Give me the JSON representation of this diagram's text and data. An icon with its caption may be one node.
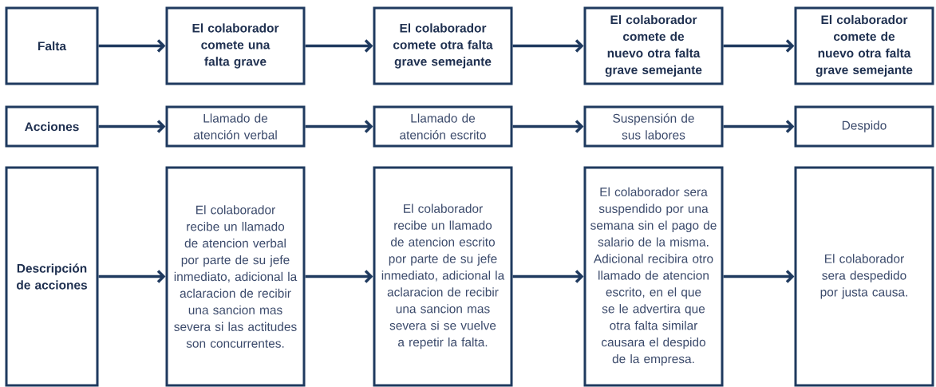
{
  "diagram": {
    "nodes": [
      {
        "text": [
          "Falta"
        ]
      },
      {
        "text": [
          "El colaborador comete una falta grave"
        ]
      },
      {
        "text": [
          "El colaborador comete otra falta grave semejante"
        ]
      },
      {
        "text": [
          "El colaborador comete de nuevo otra falta grave semejante"
        ]
      },
      {
        "text": [
          "El colaborador comete de nuevo otra falta grave semejante"
        ]
      },
      {
        "text": [
          "Acciones"
        ]
      },
      {
        "text": [
          "Llamado de atención verbal"
        ]
      },
      {
        "text": [
          "Llamado de atención escrito"
        ]
      },
      {
        "text": [
          "Suspensión de sus labores"
        ]
      },
      {
        "text": [
          "Despido"
        ]
      },
      {
        "text": [
          "Descripción de acciones"
        ]
      },
      {
        "text": [
          "El colaborador recibe un llamado de atencion verbal por parte de su jefe inmediato, adicional la aclaracion de recibir una sancion mas severa si las actitudes son concurrentes."
        ]
      },
      {
        "text": [
          "El colaborador recibe un llamado de atencion escrito por parte de su jefe inmediato, adicional la aclaracion de recibir una sancion mas severa si se vuelve a repetir la falta."
        ]
      },
      {
        "text": [
          "El colaborador sera suspendido por una semana sin el pago de salario de la misma. Adicional recibira otro llamado de atencion escrito, en el que se le advertira que otra falta similar causara el despido de la empresa."
        ]
      },
      {
        "text": [
          "El colaborador sera despedido por justa causa."
        ]
      }
    ],
    "edges": [
      {
        "from": 0,
        "to": 1,
        "arrow": "to"
      },
      {
        "from": 1,
        "to": 2,
        "arrow": "to"
      },
      {
        "from": 2,
        "to": 3,
        "arrow": "to"
      },
      {
        "from": 3,
        "to": 4,
        "arrow": "to"
      },
      {
        "from": 5,
        "to": 6,
        "arrow": "to"
      },
      {
        "from": 6,
        "to": 7,
        "arrow": "to"
      },
      {
        "from": 7,
        "to": 8,
        "arrow": "to"
      },
      {
        "from": 8,
        "to": 9,
        "arrow": "to"
      },
      {
        "from": 10,
        "to": 11,
        "arrow": "to"
      },
      {
        "from": 11,
        "to": 12,
        "arrow": "to"
      },
      {
        "from": 12,
        "to": 13,
        "arrow": "to"
      },
      {
        "from": 13,
        "to": 14,
        "arrow": "to"
      }
    ]
  }
}
